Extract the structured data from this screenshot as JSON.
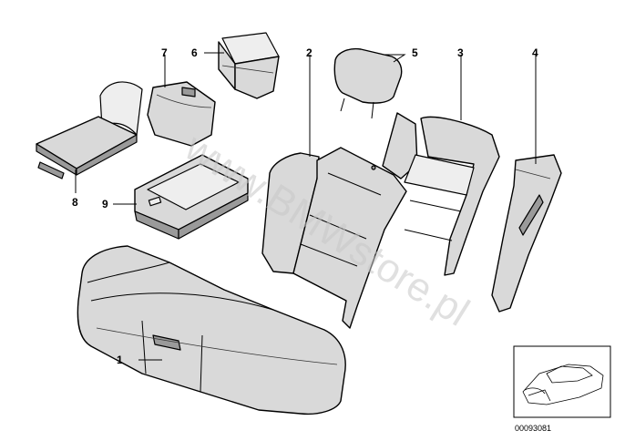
{
  "callouts": {
    "c1": "1",
    "c2": "2",
    "c3": "3",
    "c4": "4",
    "c5": "5",
    "c6": "6",
    "c7": "7",
    "c8": "8",
    "c9": "9"
  },
  "watermark": "www.BMWstore.pl",
  "diagram_id": "00093081"
}
